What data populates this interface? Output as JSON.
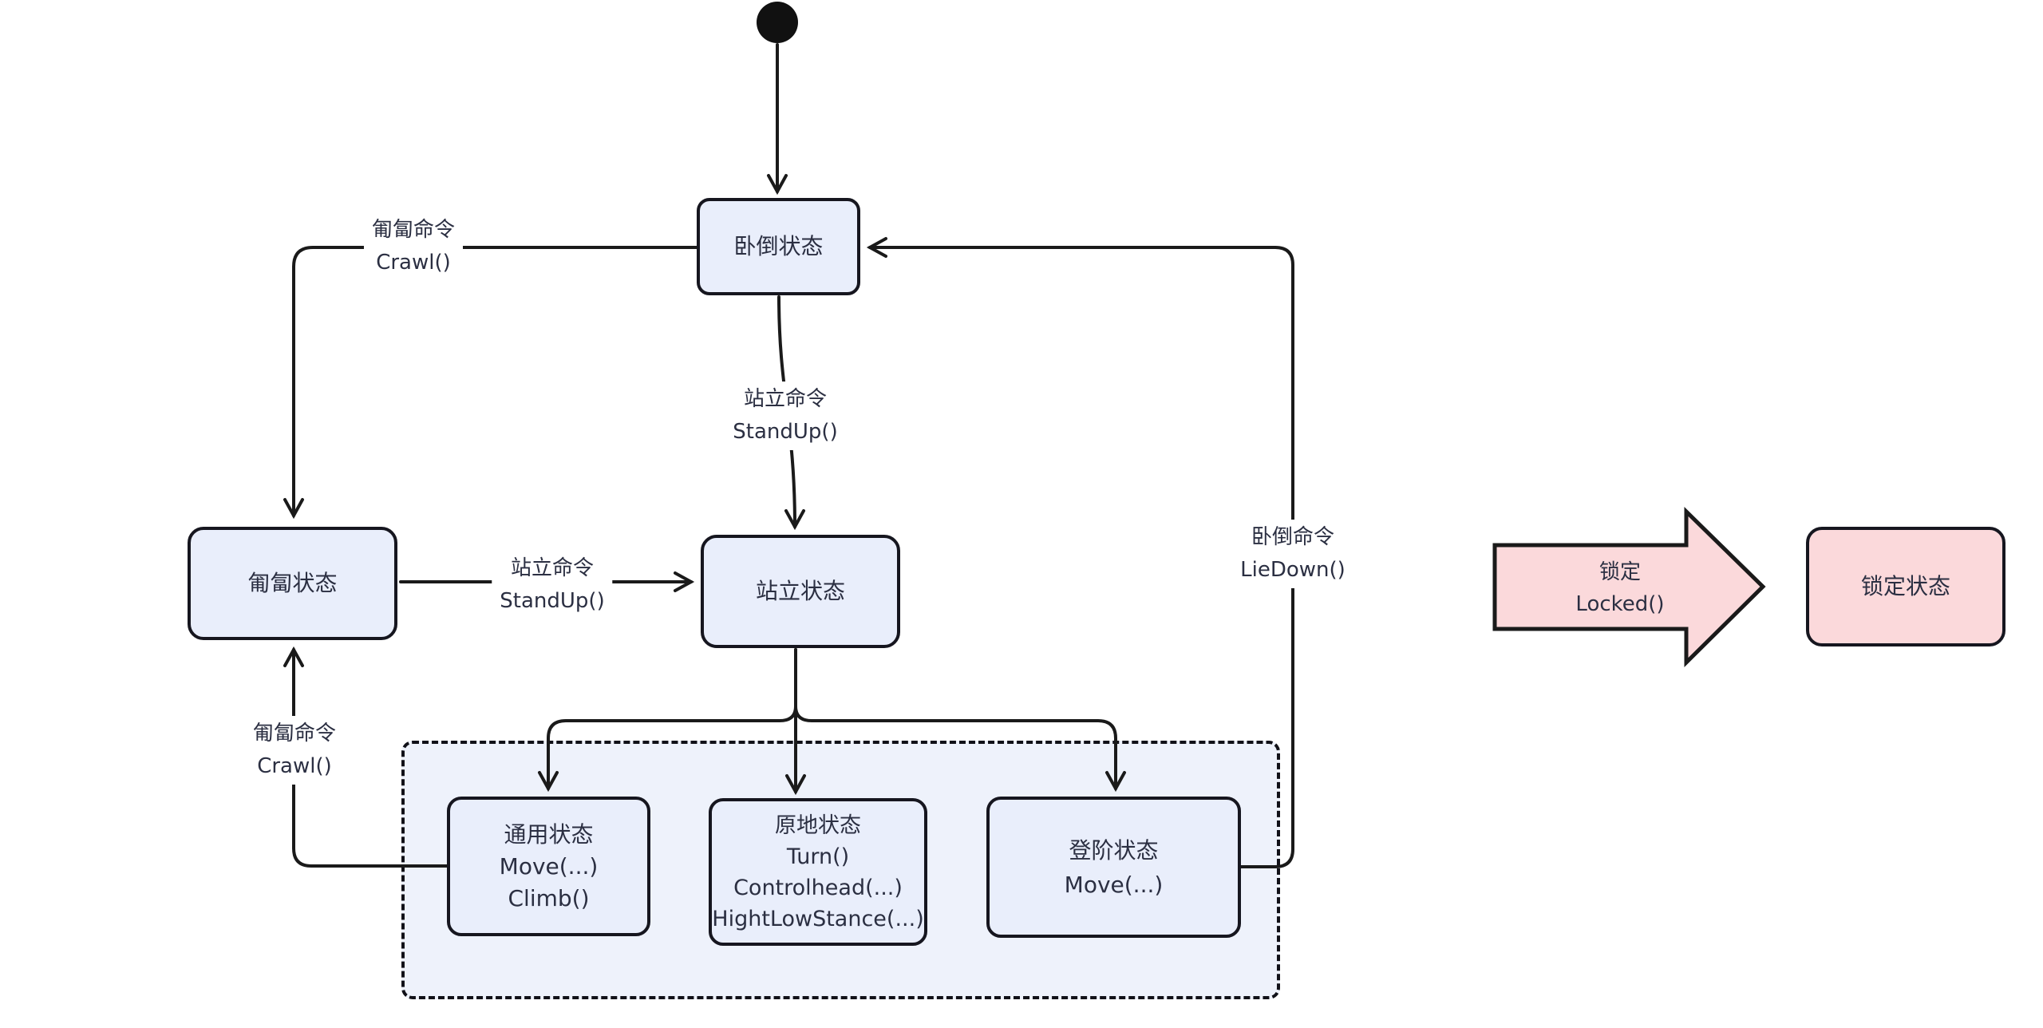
{
  "diagram": {
    "type": "state-machine",
    "language": "zh-CN",
    "colors": {
      "background": "#ffffff",
      "node_fill": "#e9eefb",
      "node_border": "#16161f",
      "composite_container_fill": "#eef2fb",
      "edge_color": "#1a1a1a",
      "text_color": "#2b2f42",
      "locked_fill": "#fbd9db",
      "edge_label_bg": "#ffffff",
      "initial_node_fill": "#111111"
    },
    "nodes": {
      "lie_down": {
        "label": "卧倒状态"
      },
      "crawl": {
        "label": "匍匐状态"
      },
      "stand": {
        "label": "站立状态"
      },
      "general": {
        "line1": "通用状态",
        "line2": "Move(...)",
        "line3": "Climb()"
      },
      "in_place": {
        "line1": "原地状态",
        "line2": "Turn()",
        "line3": "Controlhead(...)",
        "line4": "HightLowStance(...)"
      },
      "stairs": {
        "line1": "登阶状态",
        "line2": "Move(...)"
      },
      "locked": {
        "label": "锁定状态"
      }
    },
    "edge_labels": {
      "crawl_cmd_top": {
        "line1": "匍匐命令",
        "line2": "Crawl()"
      },
      "stand_cmd_mid": {
        "line1": "站立命令",
        "line2": "StandUp()"
      },
      "stand_cmd_left": {
        "line1": "站立命令",
        "line2": "StandUp()"
      },
      "crawl_cmd_bottom": {
        "line1": "匍匐命令",
        "line2": "Crawl()"
      },
      "lie_cmd_right": {
        "line1": "卧倒命令",
        "line2": "LieDown()"
      },
      "locked_cmd": {
        "line1": "锁定",
        "line2": "Locked()"
      }
    }
  }
}
